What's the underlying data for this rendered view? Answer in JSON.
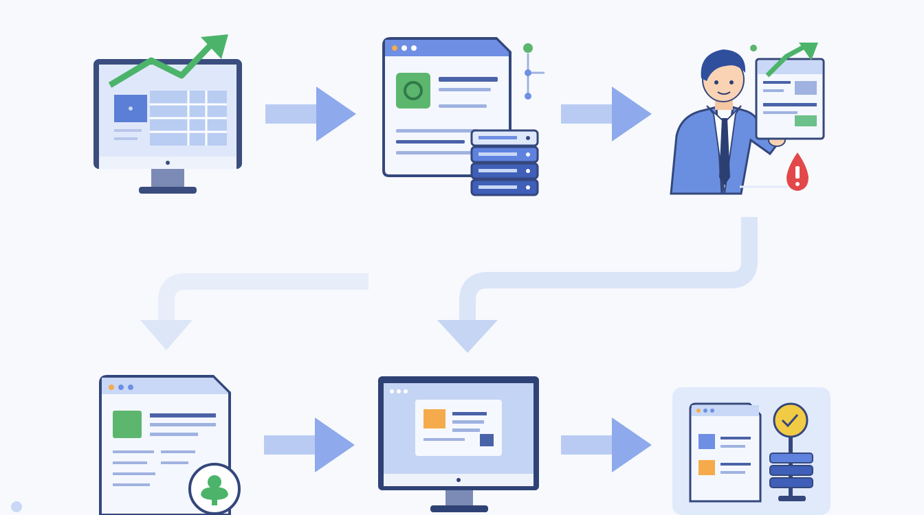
{
  "diagram": {
    "nodes": [
      {
        "id": "analytics-monitor",
        "icon": "growth-chart-monitor-icon"
      },
      {
        "id": "data-server-window",
        "icon": "server-window-icon"
      },
      {
        "id": "analyst-person",
        "icon": "person-presenting-report-icon"
      },
      {
        "id": "profile-window",
        "icon": "user-profile-window-icon"
      },
      {
        "id": "dashboard-monitor",
        "icon": "dashboard-monitor-icon"
      },
      {
        "id": "approval-panel",
        "icon": "checkmark-server-panel-icon"
      }
    ],
    "connections": [
      {
        "from": "analytics-monitor",
        "to": "data-server-window",
        "style": "arrow-right"
      },
      {
        "from": "data-server-window",
        "to": "analyst-person",
        "style": "arrow-right"
      },
      {
        "from": "analyst-person",
        "to": "dashboard-monitor",
        "style": "elbow-arrow-down"
      },
      {
        "from": "analyst-person",
        "to": "profile-window",
        "style": "elbow-arrow-down-faded"
      },
      {
        "from": "profile-window",
        "to": "dashboard-monitor",
        "style": "arrow-right"
      },
      {
        "from": "dashboard-monitor",
        "to": "approval-panel",
        "style": "arrow-right"
      }
    ],
    "colors": {
      "primary_blue": "#3a58a8",
      "light_blue": "#c8d8f6",
      "arrow_blue": "#8ea9ec",
      "green": "#4cb46a",
      "orange": "#f5ab4b",
      "alert_red": "#e2484a",
      "yellow": "#f2cb45"
    }
  }
}
